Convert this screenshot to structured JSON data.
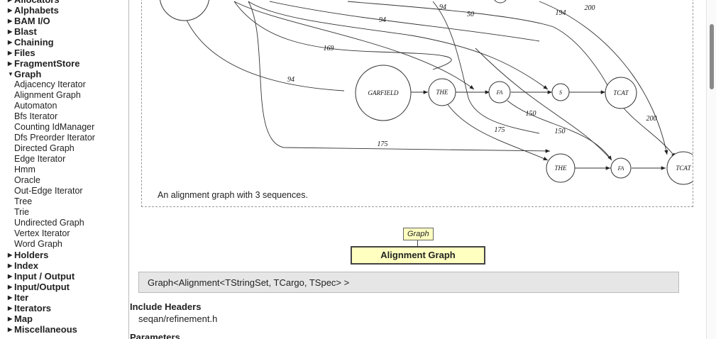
{
  "sidebar": {
    "items": [
      {
        "label": "Allocators",
        "kind": "cat",
        "expanded": false
      },
      {
        "label": "Alphabets",
        "kind": "cat",
        "expanded": false
      },
      {
        "label": "BAM I/O",
        "kind": "cat",
        "expanded": false
      },
      {
        "label": "Blast",
        "kind": "cat",
        "expanded": false
      },
      {
        "label": "Chaining",
        "kind": "cat",
        "expanded": false
      },
      {
        "label": "Files",
        "kind": "cat",
        "expanded": false
      },
      {
        "label": "FragmentStore",
        "kind": "cat",
        "expanded": false
      },
      {
        "label": "Graph",
        "kind": "cat",
        "expanded": true
      },
      {
        "label": "Adjacency Iterator",
        "kind": "sub"
      },
      {
        "label": "Alignment Graph",
        "kind": "sub"
      },
      {
        "label": "Automaton",
        "kind": "sub"
      },
      {
        "label": "Bfs Iterator",
        "kind": "sub"
      },
      {
        "label": "Counting IdManager",
        "kind": "sub"
      },
      {
        "label": "Dfs Preorder Iterator",
        "kind": "sub"
      },
      {
        "label": "Directed Graph",
        "kind": "sub"
      },
      {
        "label": "Edge Iterator",
        "kind": "sub"
      },
      {
        "label": "Hmm",
        "kind": "sub"
      },
      {
        "label": "Oracle",
        "kind": "sub"
      },
      {
        "label": "Out-Edge Iterator",
        "kind": "sub"
      },
      {
        "label": "Tree",
        "kind": "sub"
      },
      {
        "label": "Trie",
        "kind": "sub"
      },
      {
        "label": "Undirected Graph",
        "kind": "sub"
      },
      {
        "label": "Vertex Iterator",
        "kind": "sub"
      },
      {
        "label": "Word Graph",
        "kind": "sub"
      },
      {
        "label": "Holders",
        "kind": "cat",
        "expanded": false
      },
      {
        "label": "Index",
        "kind": "cat",
        "expanded": false
      },
      {
        "label": "Input / Output",
        "kind": "cat",
        "expanded": false
      },
      {
        "label": "Input/Output",
        "kind": "cat",
        "expanded": false
      },
      {
        "label": "Iter",
        "kind": "cat",
        "expanded": false
      },
      {
        "label": "Iterators",
        "kind": "cat",
        "expanded": false
      },
      {
        "label": "Map",
        "kind": "cat",
        "expanded": false
      },
      {
        "label": "Miscellaneous",
        "kind": "cat",
        "expanded": false
      }
    ]
  },
  "diagram": {
    "caption": "An alignment graph with 3 sequences.",
    "nodes": {
      "garfield": "GARFIELD",
      "the1": "THE",
      "fa1": "FA",
      "s": "S",
      "tcat1": "TCAT",
      "the2": "THE",
      "fa2": "FA",
      "tcat2": "TCAT"
    },
    "edge_labels": {
      "e94a": "94",
      "e94b": "94",
      "e94c": "94",
      "e50": "50",
      "e194": "194",
      "e200a": "200",
      "e169": "169",
      "e150a": "150",
      "e150b": "150",
      "e175a": "175",
      "e175b": "175",
      "e200b": "200"
    }
  },
  "badge": "Graph",
  "title": "Alignment Graph",
  "signature": "Graph<Alignment<TStringSet, TCargo, TSpec> >",
  "include_headers": {
    "heading": "Include Headers",
    "file": "seqan/refinement.h"
  },
  "parameters_heading": "Parameters",
  "icons": {
    "collapsed": "triangle-right-icon",
    "expanded": "triangle-down-icon"
  }
}
